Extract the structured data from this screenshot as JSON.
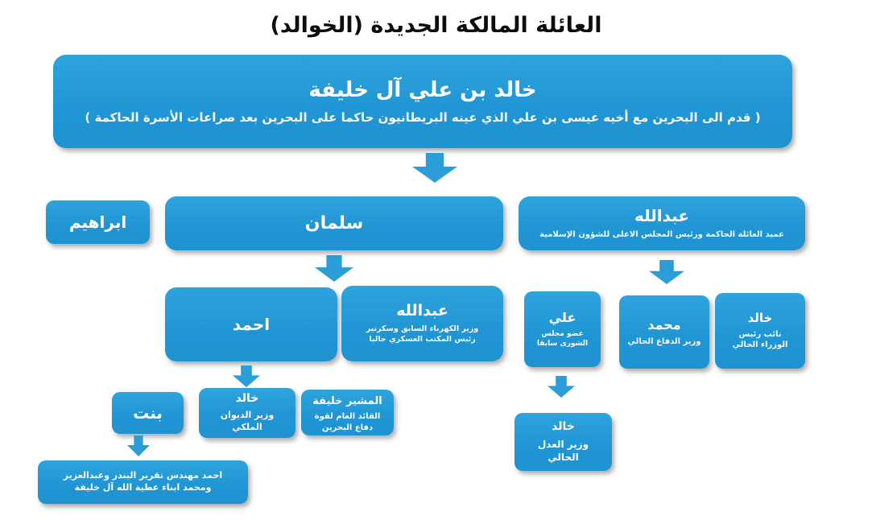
{
  "title": "العائلة المالكة الجديدة (الخوالد)",
  "colors": {
    "box_blue": "#2196d4",
    "arrow_blue": "#2b9dd8",
    "text": "#ffffff",
    "title_text": "#0d0d0d",
    "background": "#ffffff"
  },
  "nodes": {
    "root": {
      "name": "خالد بن علي آل خليفة",
      "subtitle": "( قدم الى البحرين مع أخيه عيسى بن علي الذي عينه البريطانيون حاكما على البحرين بعد صراعات الأسرة الحاكمة )"
    },
    "ibrahim": {
      "name": "ابراهيم"
    },
    "salman": {
      "name": "سلمان"
    },
    "abdullah_senior": {
      "name": "عبدالله",
      "subtitle": "عميد العائلة الحاكمة ورئيس المجلس الاعلى للشؤون الإسلامية"
    },
    "ahmed": {
      "name": "احمد"
    },
    "abdullah_electricity": {
      "name": "عبدالله",
      "subtitle": "وزير الكهرباء السابق وسكرتير رئيس المكتب العسكري حاليا"
    },
    "ali": {
      "name": "علي",
      "subtitle": "عضو مجلس الشورى سابقا"
    },
    "mohammed": {
      "name": "محمد",
      "subtitle": "وزير الدفاع الحالي"
    },
    "khalid_deputy_pm": {
      "name": "خالد",
      "subtitle": "نائب رئيس الوزراء الحالي"
    },
    "bint": {
      "name": "بنت"
    },
    "khalid_royal_court": {
      "name": "خالد",
      "subtitle": "وزير الديوان الملكي"
    },
    "musheer_khalifa": {
      "name": "المشير خليفة",
      "subtitle": "القائد العام لقوة دفاع البحرين"
    },
    "khalid_justice": {
      "name": "خالد",
      "subtitle": "وزير العدل الحالي"
    },
    "grandsons": {
      "name": "احمد مهندس تقرير البندر وعبدالعزيز ومحمد ابناء عطية الله آل خليفة"
    }
  }
}
